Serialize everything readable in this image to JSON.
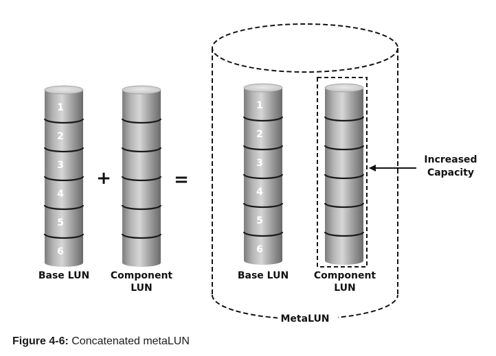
{
  "left": {
    "base_lun": {
      "label": "Base LUN",
      "segments": [
        "1",
        "2",
        "3",
        "4",
        "5",
        "6"
      ]
    },
    "plus_sign": "+",
    "component_lun": {
      "label_line1": "Component",
      "label_line2": "LUN",
      "segment_count": 6
    },
    "equals_sign": "="
  },
  "metalun": {
    "label": "MetaLUN",
    "base_lun": {
      "label": "Base LUN",
      "segments": [
        "1",
        "2",
        "3",
        "4",
        "5",
        "6"
      ]
    },
    "component_lun": {
      "label_line1": "Component",
      "label_line2": "LUN",
      "segment_count": 6
    },
    "callout_line1": "Increased",
    "callout_line2": "Capacity"
  },
  "caption": {
    "figure": "Figure 4-6:",
    "text": "Concatenated metaLUN"
  }
}
